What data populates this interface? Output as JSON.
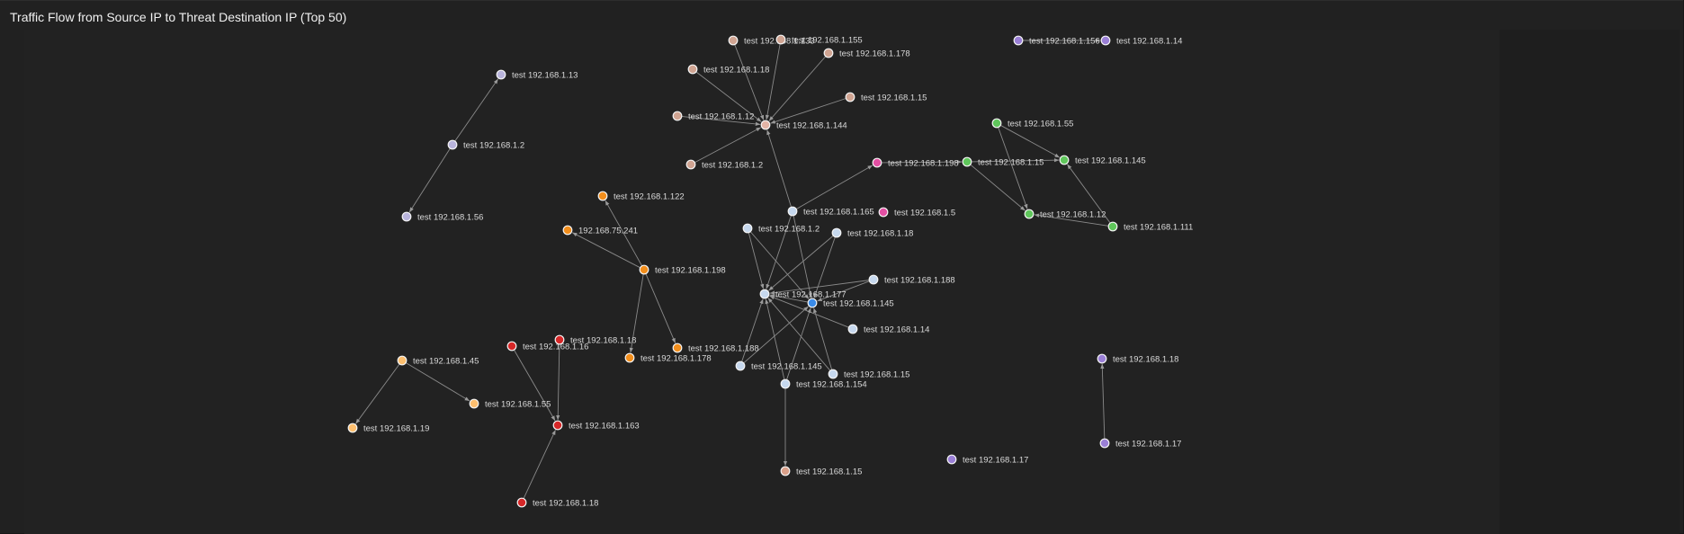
{
  "panel": {
    "title": "Traffic Flow from Source IP to Threat Destination IP (Top 50)"
  },
  "colors": {
    "background": "#212121",
    "edge": "#8a8a8a",
    "label": "#d9d9d9"
  },
  "graph": {
    "nodes": [
      {
        "id": "a1",
        "label": "test 192.168.1.13",
        "color": "#b9b4dc"
      },
      {
        "id": "a2",
        "label": "test 192.168.1.2",
        "color": "#b9b4dc"
      },
      {
        "id": "a3",
        "label": "test 192.168.1.56",
        "color": "#b9b4dc"
      },
      {
        "id": "b0",
        "label": "test 192.168.1.144",
        "color": "#e3b4a6"
      },
      {
        "id": "b1",
        "label": "test 192.168.1.133",
        "color": "#d0a492"
      },
      {
        "id": "b2",
        "label": "test 192.168.1.155",
        "color": "#d0a492"
      },
      {
        "id": "b3",
        "label": "test 192.168.1.178",
        "color": "#d0a492"
      },
      {
        "id": "b4",
        "label": "test 192.168.1.18",
        "color": "#d0a492"
      },
      {
        "id": "b5",
        "label": "test 192.168.1.15",
        "color": "#d0a492"
      },
      {
        "id": "b6",
        "label": "test 192.168.1.12",
        "color": "#d0a492"
      },
      {
        "id": "b7",
        "label": "test 192.168.1.2",
        "color": "#d0a492"
      },
      {
        "id": "c1",
        "label": "test 192.168.1.156",
        "color": "#9a7fd6"
      },
      {
        "id": "c2",
        "label": "test 192.168.1.14",
        "color": "#9a7fd6"
      },
      {
        "id": "d1",
        "label": "test 192.168.1.55",
        "color": "#5fc65b"
      },
      {
        "id": "d2",
        "label": "test 192.168.1.15",
        "color": "#5fc65b"
      },
      {
        "id": "d3",
        "label": "test 192.168.1.145",
        "color": "#5fc65b"
      },
      {
        "id": "d4",
        "label": "test 192.168.1.12",
        "color": "#5fc65b"
      },
      {
        "id": "d5",
        "label": "test 192.168.1.111",
        "color": "#5fc65b"
      },
      {
        "id": "e1",
        "label": "test 192.168.1.198",
        "color": "#e34fa3"
      },
      {
        "id": "e2",
        "label": "test 192.168.1.5",
        "color": "#e34fa3"
      },
      {
        "id": "f0",
        "label": "test 192.168.1.177",
        "color": "#c6d8ee"
      },
      {
        "id": "f1",
        "label": "test 192.168.1.145",
        "color": "#3a8be8"
      },
      {
        "id": "f2",
        "label": "test 192.168.1.165",
        "color": "#c6d8ee"
      },
      {
        "id": "f3",
        "label": "test 192.168.1.2",
        "color": "#c6d8ee"
      },
      {
        "id": "f4",
        "label": "test 192.168.1.18",
        "color": "#c6d8ee"
      },
      {
        "id": "f5",
        "label": "test 192.168.1.188",
        "color": "#c6d8ee"
      },
      {
        "id": "f6",
        "label": "test 192.168.1.14",
        "color": "#c6d8ee"
      },
      {
        "id": "f7",
        "label": "test 192.168.1.145",
        "color": "#c6d8ee"
      },
      {
        "id": "f8",
        "label": "test 192.168.1.15",
        "color": "#c6d8ee"
      },
      {
        "id": "f9",
        "label": "test 192.168.1.154",
        "color": "#c6d8ee"
      },
      {
        "id": "f10",
        "label": "test 192.168.1.15",
        "color": "#d9a08a"
      },
      {
        "id": "g0",
        "label": "test 192.168.1.198",
        "color": "#f28e1c"
      },
      {
        "id": "g1",
        "label": "test 192.168.1.122",
        "color": "#f28e1c"
      },
      {
        "id": "g2",
        "label": "192.168.75.241",
        "color": "#f28e1c"
      },
      {
        "id": "g3",
        "label": "test 192.168.1.188",
        "color": "#f28e1c"
      },
      {
        "id": "g4",
        "label": "test 192.168.1.178",
        "color": "#f28e1c"
      },
      {
        "id": "h0",
        "label": "test 192.168.1.163",
        "color": "#d62728"
      },
      {
        "id": "h1",
        "label": "test 192.168.1.16",
        "color": "#d62728"
      },
      {
        "id": "h2",
        "label": "test 192.168.1.18",
        "color": "#d62728"
      },
      {
        "id": "h3",
        "label": "test 192.168.1.18",
        "color": "#d62728"
      },
      {
        "id": "i1",
        "label": "test 192.168.1.45",
        "color": "#fdbf6f"
      },
      {
        "id": "i2",
        "label": "test 192.168.1.55",
        "color": "#fdbf6f"
      },
      {
        "id": "i3",
        "label": "test 192.168.1.19",
        "color": "#fdbf6f"
      },
      {
        "id": "j1",
        "label": "test 192.168.1.18",
        "color": "#9a7fd6"
      },
      {
        "id": "j2",
        "label": "test 192.168.1.17",
        "color": "#9a7fd6"
      },
      {
        "id": "j3",
        "label": "test 192.168.1.17",
        "color": "#9a7fd6"
      }
    ],
    "edges": [
      [
        "a2",
        "a1"
      ],
      [
        "a2",
        "a3"
      ],
      [
        "b1",
        "b0"
      ],
      [
        "b2",
        "b0"
      ],
      [
        "b3",
        "b0"
      ],
      [
        "b4",
        "b0"
      ],
      [
        "b5",
        "b0"
      ],
      [
        "b6",
        "b0"
      ],
      [
        "b7",
        "b0"
      ],
      [
        "f2",
        "b0"
      ],
      [
        "c1",
        "c2"
      ],
      [
        "d1",
        "d3"
      ],
      [
        "d1",
        "d4"
      ],
      [
        "d2",
        "d3"
      ],
      [
        "d2",
        "d4"
      ],
      [
        "d5",
        "d3"
      ],
      [
        "d5",
        "d4"
      ],
      [
        "f2",
        "e1"
      ],
      [
        "e1",
        "d2"
      ],
      [
        "f3",
        "f0"
      ],
      [
        "f3",
        "f1"
      ],
      [
        "f4",
        "f0"
      ],
      [
        "f4",
        "f1"
      ],
      [
        "f5",
        "f0"
      ],
      [
        "f5",
        "f1"
      ],
      [
        "f6",
        "f0"
      ],
      [
        "f7",
        "f0"
      ],
      [
        "f7",
        "f1"
      ],
      [
        "f8",
        "f0"
      ],
      [
        "f8",
        "f1"
      ],
      [
        "f9",
        "f0"
      ],
      [
        "f9",
        "f1"
      ],
      [
        "f9",
        "f10"
      ],
      [
        "f2",
        "f0"
      ],
      [
        "f2",
        "f1"
      ],
      [
        "f1",
        "f0"
      ],
      [
        "g0",
        "g1"
      ],
      [
        "g0",
        "g2"
      ],
      [
        "g0",
        "g3"
      ],
      [
        "g0",
        "g4"
      ],
      [
        "h1",
        "h0"
      ],
      [
        "h2",
        "h0"
      ],
      [
        "h3",
        "h0"
      ],
      [
        "i1",
        "i2"
      ],
      [
        "i1",
        "i3"
      ],
      [
        "j2",
        "j1"
      ]
    ]
  }
}
